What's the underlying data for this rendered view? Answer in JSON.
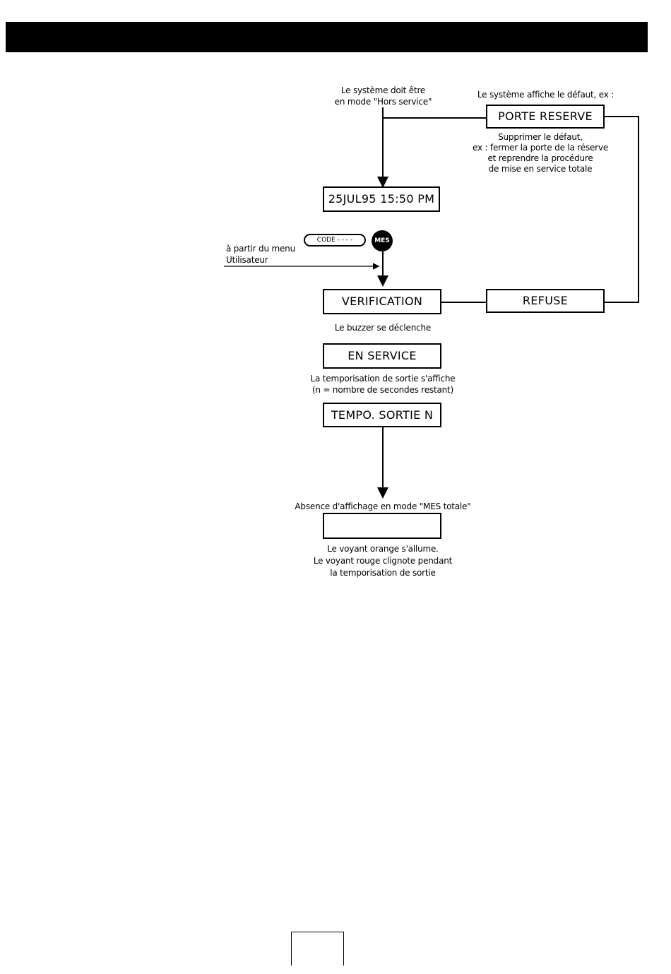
{
  "flow": {
    "mode_note": [
      "Le système doit être",
      "en mode \"Hors service\""
    ],
    "fault_note": "Le système affiche le défaut, ex :",
    "fault_display": "PORTE RESERVE",
    "fault_fix": [
      "Supprimer le défaut,",
      "ex : fermer la porte de la réserve",
      "et reprendre la procédure",
      "de mise en service totale"
    ],
    "clock_display": "25JUL95 15:50 PM",
    "code_key": "CODE - - - -",
    "key_label": "MES",
    "from_menu": [
      "à partir du menu",
      "Utilisateur"
    ],
    "verification_display": "VERIFICATION",
    "refused_display": "REFUSE",
    "buzzer_note": "Le buzzer se déclenche",
    "service_display": "EN SERVICE",
    "exit_delay_note": [
      "La temporisation de sortie s'affiche",
      "(n = nombre de secondes restant)"
    ],
    "exit_delay_display": "TEMPO. SORTIE N",
    "blank_note": "Absence d'affichage en mode \"MES totale\"",
    "blank_display": "",
    "led_note": [
      "Le voyant orange s'allume.",
      "Le voyant rouge clignote pendant",
      "la temporisation de sortie"
    ]
  },
  "page": {
    "number": ""
  }
}
